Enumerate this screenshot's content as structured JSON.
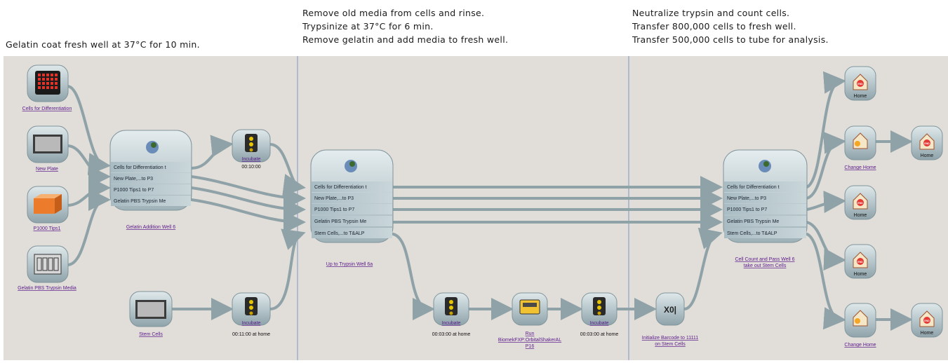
{
  "captions": {
    "step1": [
      "Gelatin coat fresh well at 37°C for 10 min."
    ],
    "step2": [
      "Remove old media from cells and rinse.",
      "Trypsinize at 37°C for 6 min.",
      "Remove gelatin and add media to fresh well."
    ],
    "step3": [
      "Neutralize trypsin and count cells.",
      "Transfer 800,000 cells to fresh well.",
      "Transfer 500,000 cells to tube for analysis."
    ]
  },
  "sources": {
    "cells_diff": "Cells for Differentiation",
    "new_plate": "New Plate",
    "p1000": "P1000 Tips1",
    "gelatin_media": "Gelatin PBS Trypsin Media",
    "stem_cells": "Stem Cells"
  },
  "method1": {
    "label": "Gelatin Addition Well 6",
    "rows": [
      "Cells for Differentiation t",
      "New Plate,...to P3",
      "P1000 Tips1 to P7",
      "Gelatin PBS Trypsin Me"
    ]
  },
  "method2": {
    "label": "Up to Trypsin Well 6a",
    "rows": [
      "Cells for Differentiation t",
      "New Plate,...to P3",
      "P1000 Tips1 to P7",
      "Gelatin PBS Trypsin Me",
      "Stem Cells,...to T&ALP"
    ]
  },
  "method3": {
    "label1": "Cell Count and Pass Well 6",
    "label2": "take out Stem Cells",
    "rows": [
      "Cells for Differentiation t",
      "New Plate,...to P3",
      "P1000 Tips1 to P7",
      "Gelatin PBS Trypsin Me",
      "Stem Cells,...to T&ALP"
    ]
  },
  "steps": {
    "incubate1": {
      "label": "Incubate",
      "time": "00:10:00"
    },
    "incubate2": {
      "label": "Incubate",
      "time": "00:11:00 at home"
    },
    "incubate3": {
      "label": "Incubate",
      "time": "00:03:00 at home"
    },
    "run": {
      "label1": "Run",
      "label2": "BiomekFXP:OrbitalShakerAL",
      "label3": "P16"
    },
    "incubate4": {
      "label": "Incubate",
      "time": "00:03:00 at home"
    },
    "barcode": {
      "label1": "Initialize Barcode to 11111",
      "label2": "on Stem Cells",
      "glyph": "X0|"
    }
  },
  "outputs": {
    "home1": "Home",
    "change_home1": "Change Home",
    "home2": "Home",
    "home3": "Home",
    "home4": "Home",
    "change_home2": "Change Home",
    "home5": "Home",
    "end_glyph": "END"
  }
}
